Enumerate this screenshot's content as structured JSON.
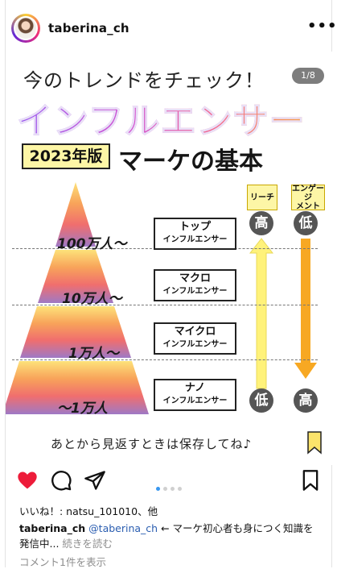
{
  "header": {
    "username": "taberina_ch",
    "more_icon": "more-horizontal-icon",
    "more_glyph": "•••"
  },
  "post": {
    "headline": "今のトレンドをチェック！",
    "page_indicator": "1/8",
    "title": "インフルエンサー",
    "year_badge": "2023年版",
    "subtitle": "マーケの基本",
    "tiers": [
      {
        "followers": "100万人～",
        "name_top": "トップ",
        "name_bottom": "インフルエンサー"
      },
      {
        "followers": "10万人～",
        "name_top": "マクロ",
        "name_bottom": "インフルエンサー"
      },
      {
        "followers": "1万人～",
        "name_top": "マイクロ",
        "name_bottom": "インフルエンサー"
      },
      {
        "followers": "～1万人",
        "name_top": "ナノ",
        "name_bottom": "インフルエンサー"
      }
    ],
    "pyramid_colors": [
      "#fde27a",
      "#f8a35a",
      "#f06e6e",
      "#9e79c6"
    ],
    "reach": {
      "label": "リーチ",
      "high": "高",
      "low": "低",
      "arrow_color": "#fff27a"
    },
    "engagement": {
      "label": "エンゲージメント",
      "label_line1": "エンゲージ",
      "label_line2": "メント",
      "high": "低",
      "low": "高",
      "arrow_color": "#f7a823"
    },
    "footnote": "あとから見返すときは保存してね♪"
  },
  "actions": {
    "like_icon": "heart-icon",
    "comment_icon": "comment-icon",
    "share_icon": "send-icon",
    "save_icon": "bookmark-icon",
    "carousel_count": 4,
    "carousel_active": 0
  },
  "likes_text": "いいね！: natsu_101010、他",
  "caption": {
    "username": "taberina_ch",
    "mention": "@taberina_ch",
    "text": " ← マーケ初心者も身につく知識を発信中... ",
    "more": "続きを読む"
  },
  "comments_link": "コメント1件を表示"
}
